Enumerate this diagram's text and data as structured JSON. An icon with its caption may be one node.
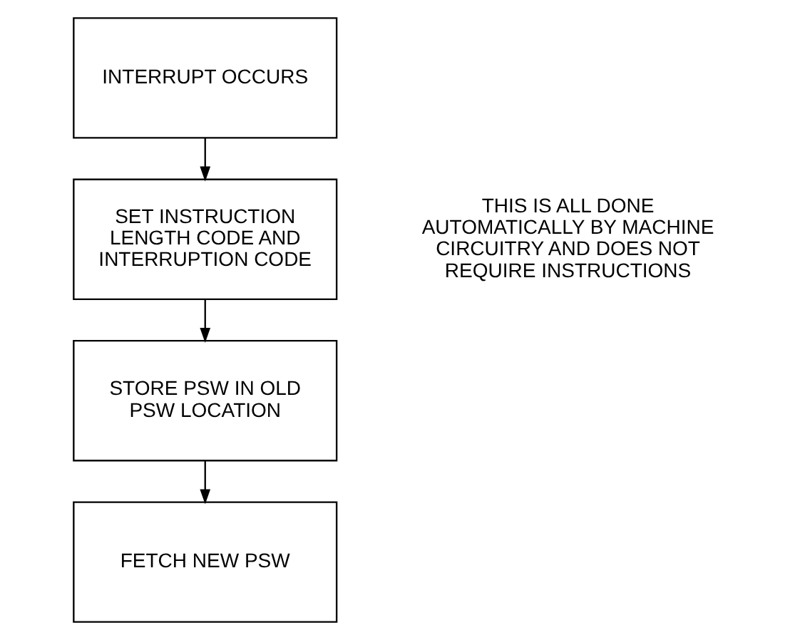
{
  "diagram": {
    "nodes": [
      {
        "text": [
          "INTERRUPT OCCURS"
        ]
      },
      {
        "text": [
          "SET INSTRUCTION LENGTH CODE AND INTERRUPTION CODE"
        ]
      },
      {
        "text": [
          "STORE PSW IN OLD PSW LOCATION"
        ]
      },
      {
        "text": [
          "FETCH NEW PSW"
        ]
      }
    ],
    "edges": [
      {
        "from": 0,
        "to": 1,
        "arrow": "to"
      },
      {
        "from": 1,
        "to": 2,
        "arrow": "to"
      },
      {
        "from": 2,
        "to": 3,
        "arrow": "to"
      }
    ],
    "labels": [
      "THIS IS ALL DONE AUTOMATICALLY BY MACHINE CIRCUITRY AND DOES NOT REQUIRE INSTRUCTIONS"
    ]
  }
}
